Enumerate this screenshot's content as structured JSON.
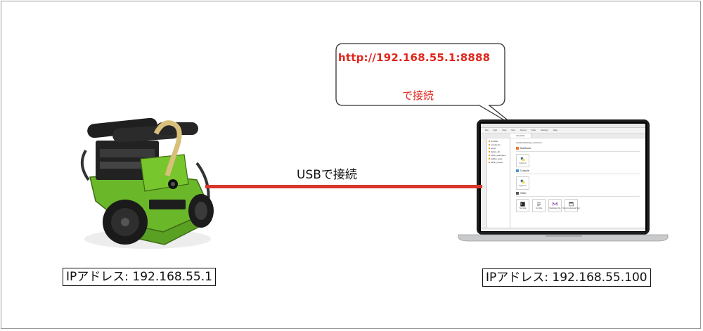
{
  "title": "",
  "diagram": {
    "url_text": "http://192.168.55.1:8888",
    "connect_text": "で接続",
    "usb_label": "USBで接続",
    "robot_ip": "IPアドレス: 192.168.55.1",
    "laptop_ip": "IPアドレス: 192.168.55.100",
    "cable_color": "#d9362b",
    "text_accent": "#e0261c",
    "robot_color": "#6ab82a"
  },
  "laptop_screen": {
    "menu": [
      "File",
      "Edit",
      "View",
      "Run",
      "Kernel",
      "Tabs",
      "Settings",
      "Help"
    ],
    "tab": "Launcher",
    "files": [
      "Untitled",
      "notebooks",
      "setup",
      "Jetbot_dir",
      "robot_examples",
      "JetBot_tests",
      "basic_motion"
    ],
    "launcher_path": "/notebooks/basic_motion/ui",
    "sections": [
      {
        "name": "Notebook",
        "cards": [
          {
            "label": "Python 3",
            "icon": "python-icon"
          }
        ]
      },
      {
        "name": "Console",
        "cards": [
          {
            "label": "Python 3",
            "icon": "python-icon"
          }
        ]
      },
      {
        "name": "Other",
        "cards": [
          {
            "label": "Terminal",
            "icon": "terminal-icon"
          },
          {
            "label": "Text File",
            "icon": "text-file-icon"
          },
          {
            "label": "Markdown File",
            "icon": "markdown-icon"
          },
          {
            "label": "Show Contextual Help",
            "icon": "help-icon"
          }
        ]
      }
    ]
  }
}
